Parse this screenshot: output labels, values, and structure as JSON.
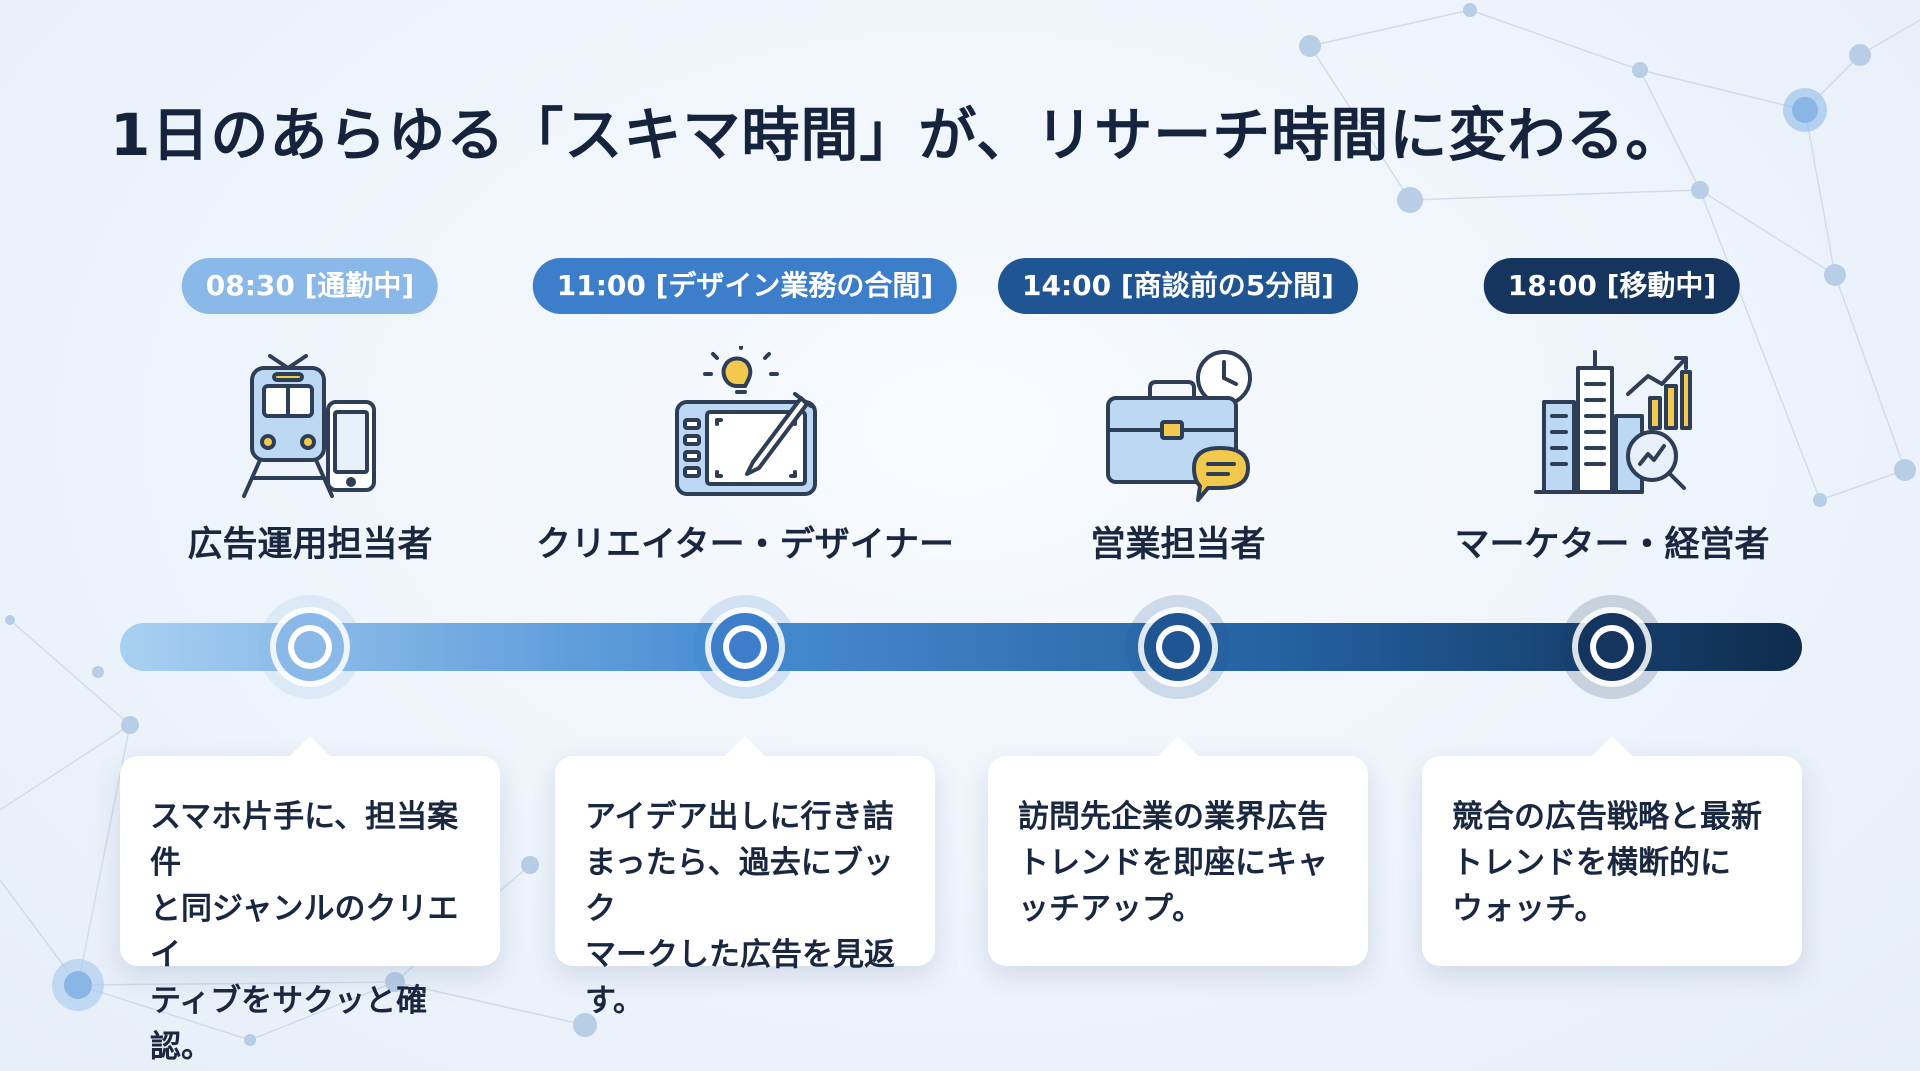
{
  "title": "1日のあらゆる「スキマ時間」が、リサーチ時間に変わる。",
  "stages": [
    {
      "time": "08:30 [通勤中]",
      "icon": "train-smartphone-icon",
      "role": "広告運用担当者",
      "description": "スマホ片手に、担当案件\nと同ジャンルのクリエイ\nティブをサクッと確認。",
      "color": "#8ab8e8"
    },
    {
      "time": "11:00 [デザイン業務の合間]",
      "icon": "tablet-lightbulb-icon",
      "role": "クリエイター・デザイナー",
      "description": "アイデア出しに行き詰\nまったら、過去にブック\nマークした広告を見返す。",
      "color": "#3c7ec9"
    },
    {
      "time": "14:00 [商談前の5分間]",
      "icon": "briefcase-clock-icon",
      "role": "営業担当者",
      "description": "訪問先企業の業界広告\nトレンドを即座にキャ\nッチアップ。",
      "color": "#1f5592"
    },
    {
      "time": "18:00 [移動中]",
      "icon": "city-analytics-icon",
      "role": "マーケター・経営者",
      "description": "競合の広告戦略と最新\nトレンドを横断的に\nウォッチ。",
      "color": "#15355e"
    }
  ]
}
